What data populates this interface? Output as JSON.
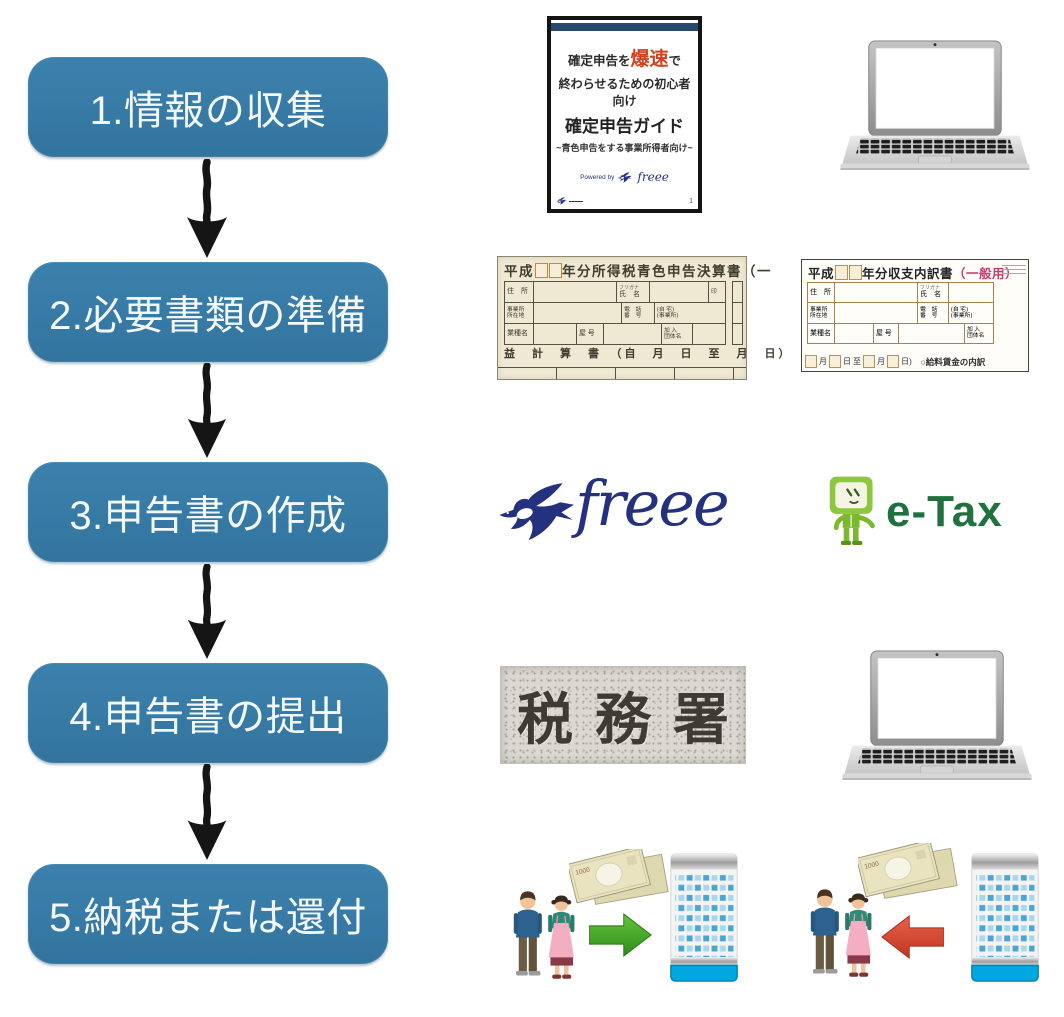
{
  "steps": [
    {
      "label": "1.情報の収集"
    },
    {
      "label": "2.必要書類の準備"
    },
    {
      "label": "3.申告書の作成"
    },
    {
      "label": "4.申告書の提出"
    },
    {
      "label": "5.納税または還付"
    }
  ],
  "guide_cover": {
    "line1_pre": "確定申告を",
    "line1_em": "爆速",
    "line1_post": "で",
    "line2": "終わらせるための初心者向け",
    "line3": "確定申告ガイド",
    "line4": "~青色申告をする事業所得者向け~",
    "powered_by": "Powered by",
    "brand": "freee",
    "page_num": "1"
  },
  "forms": {
    "blue_return": {
      "era": "平成",
      "title_suffix": "年分所得税青色申告決算書（一",
      "labels": {
        "address": "住　所",
        "furigana": "フリガナ",
        "name": "氏　名",
        "office1": "事業所",
        "office2": "所在地",
        "phone1": "電　話",
        "phone2": "番　号",
        "phone_home": "(自 宅)",
        "phone_office": "(事業所)",
        "business_type": "業種名",
        "trade_name": "屋 号",
        "org1": "加 入",
        "org2": "団体名",
        "seal": "印"
      },
      "bottom_line": "益　計　算　書　（自　月　日　至　月　日）"
    },
    "income_breakdown": {
      "era": "平成",
      "title_main": "年分収支内訳書",
      "title_paren": "（一般用）",
      "labels": {
        "address": "住　所",
        "furigana": "フリガナ",
        "name": "氏　名",
        "office1": "事業所",
        "office2": "所在地",
        "phone1": "電　話",
        "phone2": "番　号",
        "phone_home": "(自 宅)",
        "phone_office": "(事業所)",
        "business_type": "業種名",
        "trade_name": "屋 号",
        "org1": "加 入",
        "org2": "団体名"
      },
      "bottom_seq": [
        "月",
        "日 至",
        "月",
        "日)"
      ],
      "payroll_note": "○給料賃金の内訳"
    }
  },
  "logos": {
    "freee_brand": "freee",
    "etax_brand": "e-Tax"
  },
  "tax_office_sign": {
    "text": "税務署"
  },
  "money": {
    "label": "1000"
  },
  "colors": {
    "step_box_blue": "#3579a4",
    "freee_navy": "#24317e",
    "etax_green": "#20713f",
    "cover_highlight_red": "#d0421e",
    "form2_accent_pink": "#c73a6e",
    "building_blue": "#00a7e0",
    "payment_arrow_green": "#2e8c1a",
    "refund_arrow_red": "#c03622"
  }
}
